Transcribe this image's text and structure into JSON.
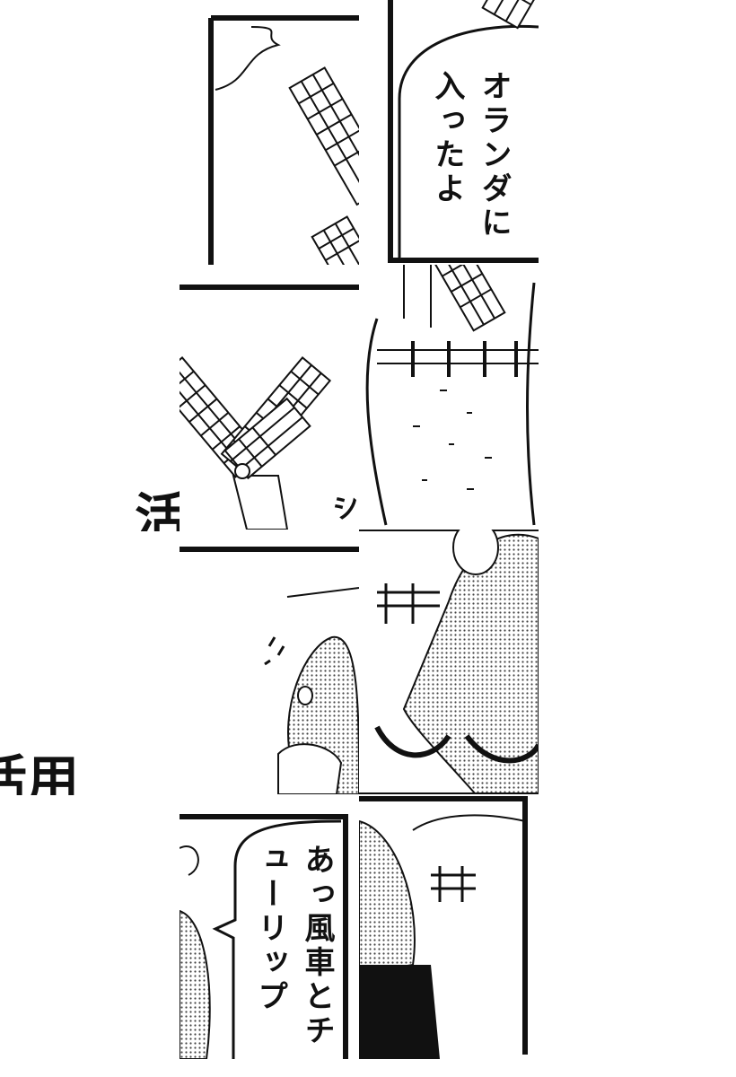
{
  "manga": {
    "bubble_1": "オランダに入ったよ",
    "bubble_2": "あっ風車とチューリップ",
    "title_fragment_1": "活",
    "title_fragment_2": "活用",
    "sfx_1": "シ",
    "colors": {
      "ink": "#111111",
      "paper": "#ffffff",
      "screentone": "#bbbbbb"
    }
  }
}
